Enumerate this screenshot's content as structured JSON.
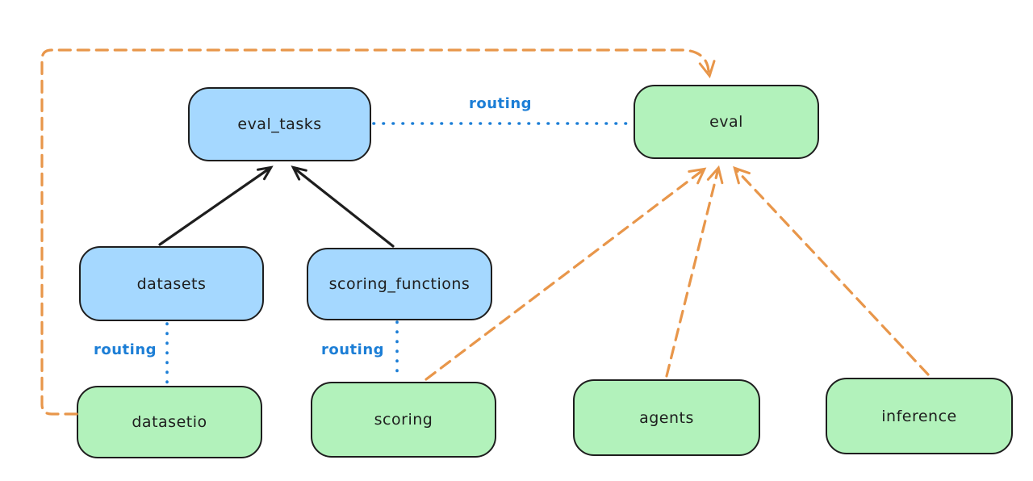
{
  "diagram": {
    "type": "flow-diagram",
    "colors": {
      "api_fill": "#a5d8ff",
      "provider_fill": "#b2f2bb",
      "stroke": "#1e1e1e",
      "routing_blue": "#1c7ed6",
      "dependency_orange": "#e8964a",
      "background": "#ffffff"
    },
    "nodes": [
      {
        "id": "eval_tasks",
        "label": "eval_tasks",
        "fill": "#a5d8ff"
      },
      {
        "id": "eval",
        "label": "eval",
        "fill": "#b2f2bb"
      },
      {
        "id": "datasets",
        "label": "datasets",
        "fill": "#a5d8ff"
      },
      {
        "id": "scoring_functions",
        "label": "scoring_functions",
        "fill": "#a5d8ff"
      },
      {
        "id": "datasetio",
        "label": "datasetio",
        "fill": "#b2f2bb"
      },
      {
        "id": "scoring",
        "label": "scoring",
        "fill": "#b2f2bb"
      },
      {
        "id": "agents",
        "label": "agents",
        "fill": "#b2f2bb"
      },
      {
        "id": "inference",
        "label": "inference",
        "fill": "#b2f2bb"
      }
    ],
    "edges": [
      {
        "from": "datasets",
        "to": "eval_tasks",
        "style": "solid-arrow",
        "color": "#1e1e1e",
        "label": ""
      },
      {
        "from": "scoring_functions",
        "to": "eval_tasks",
        "style": "solid-arrow",
        "color": "#1e1e1e",
        "label": ""
      },
      {
        "from": "eval_tasks",
        "to": "eval",
        "style": "dotted",
        "color": "#1c7ed6",
        "label": "routing"
      },
      {
        "from": "datasets",
        "to": "datasetio",
        "style": "dotted",
        "color": "#1c7ed6",
        "label": "routing"
      },
      {
        "from": "scoring_functions",
        "to": "scoring",
        "style": "dotted",
        "color": "#1c7ed6",
        "label": "routing"
      },
      {
        "from": "datasetio",
        "to": "eval",
        "style": "dashed-arrow",
        "color": "#e8964a",
        "label": ""
      },
      {
        "from": "scoring",
        "to": "eval",
        "style": "dashed-arrow",
        "color": "#e8964a",
        "label": ""
      },
      {
        "from": "agents",
        "to": "eval",
        "style": "dashed-arrow",
        "color": "#e8964a",
        "label": ""
      },
      {
        "from": "inference",
        "to": "eval",
        "style": "dashed-arrow",
        "color": "#e8964a",
        "label": ""
      }
    ]
  }
}
